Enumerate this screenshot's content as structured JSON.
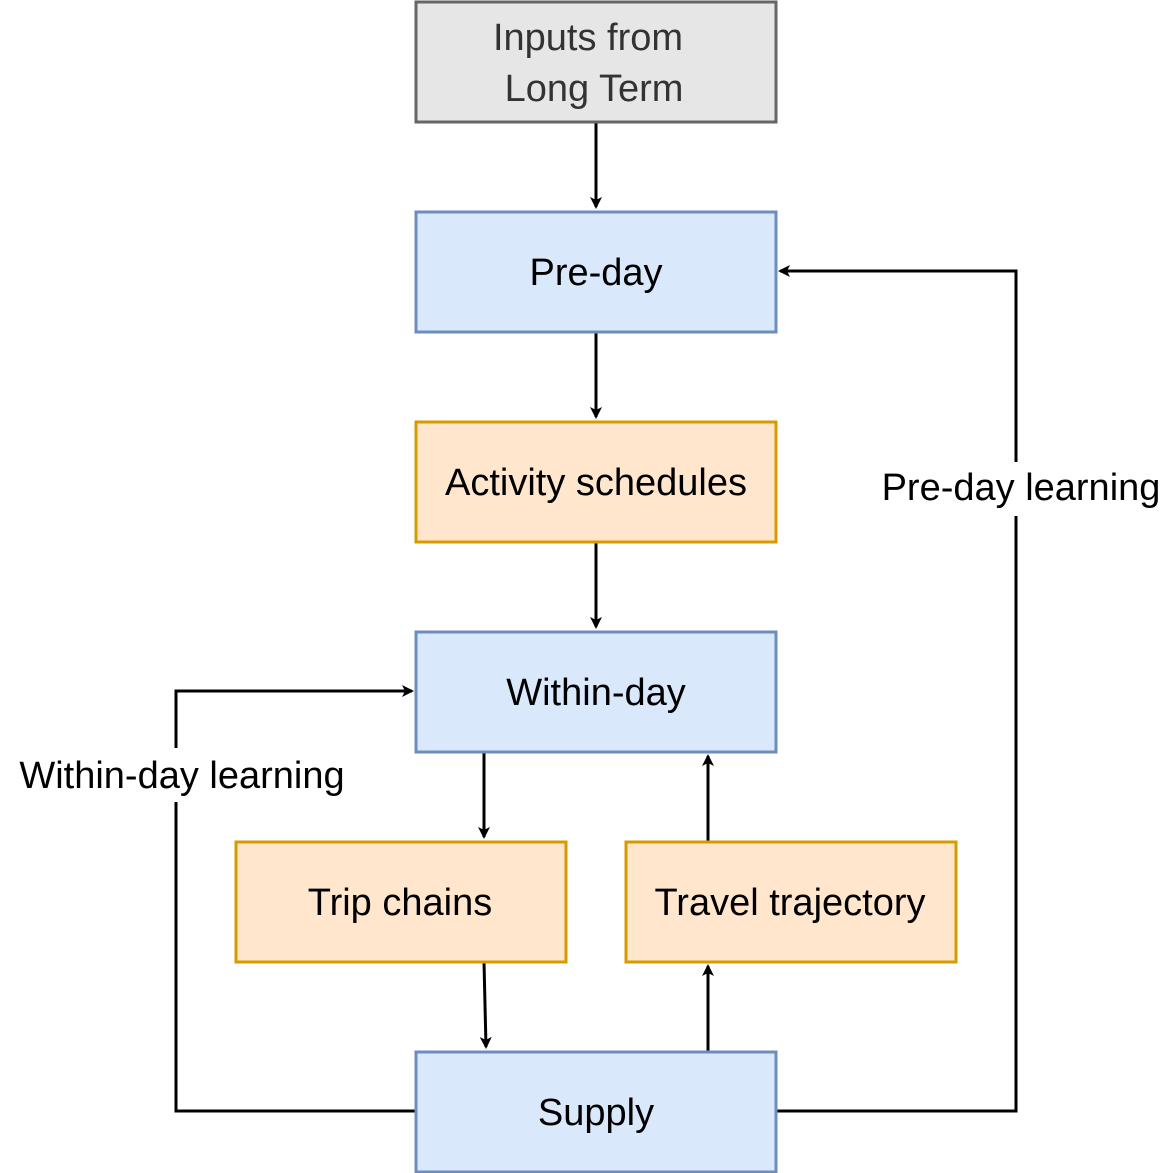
{
  "diagram": {
    "nodes": {
      "inputs": {
        "line1": "Inputs from",
        "line2": "Long Term",
        "fill": "#e6e6e6",
        "stroke": "#666666"
      },
      "preday": {
        "label": "Pre-day",
        "fill": "#dae8fc",
        "stroke": "#6c8ebf"
      },
      "activity": {
        "label": "Activity schedules",
        "fill": "#ffe6cc",
        "stroke": "#d79b00"
      },
      "withinday": {
        "label": "Within-day",
        "fill": "#dae8fc",
        "stroke": "#6c8ebf"
      },
      "trip": {
        "label": "Trip chains",
        "fill": "#ffe6cc",
        "stroke": "#d79b00"
      },
      "travel": {
        "label": "Travel trajectory",
        "fill": "#ffe6cc",
        "stroke": "#d79b00"
      },
      "supply": {
        "label": "Supply",
        "fill": "#dae8fc",
        "stroke": "#6c8ebf"
      }
    },
    "edge_labels": {
      "preday_learning": "Pre-day learning",
      "withinday_learning": "Within-day learning"
    }
  }
}
